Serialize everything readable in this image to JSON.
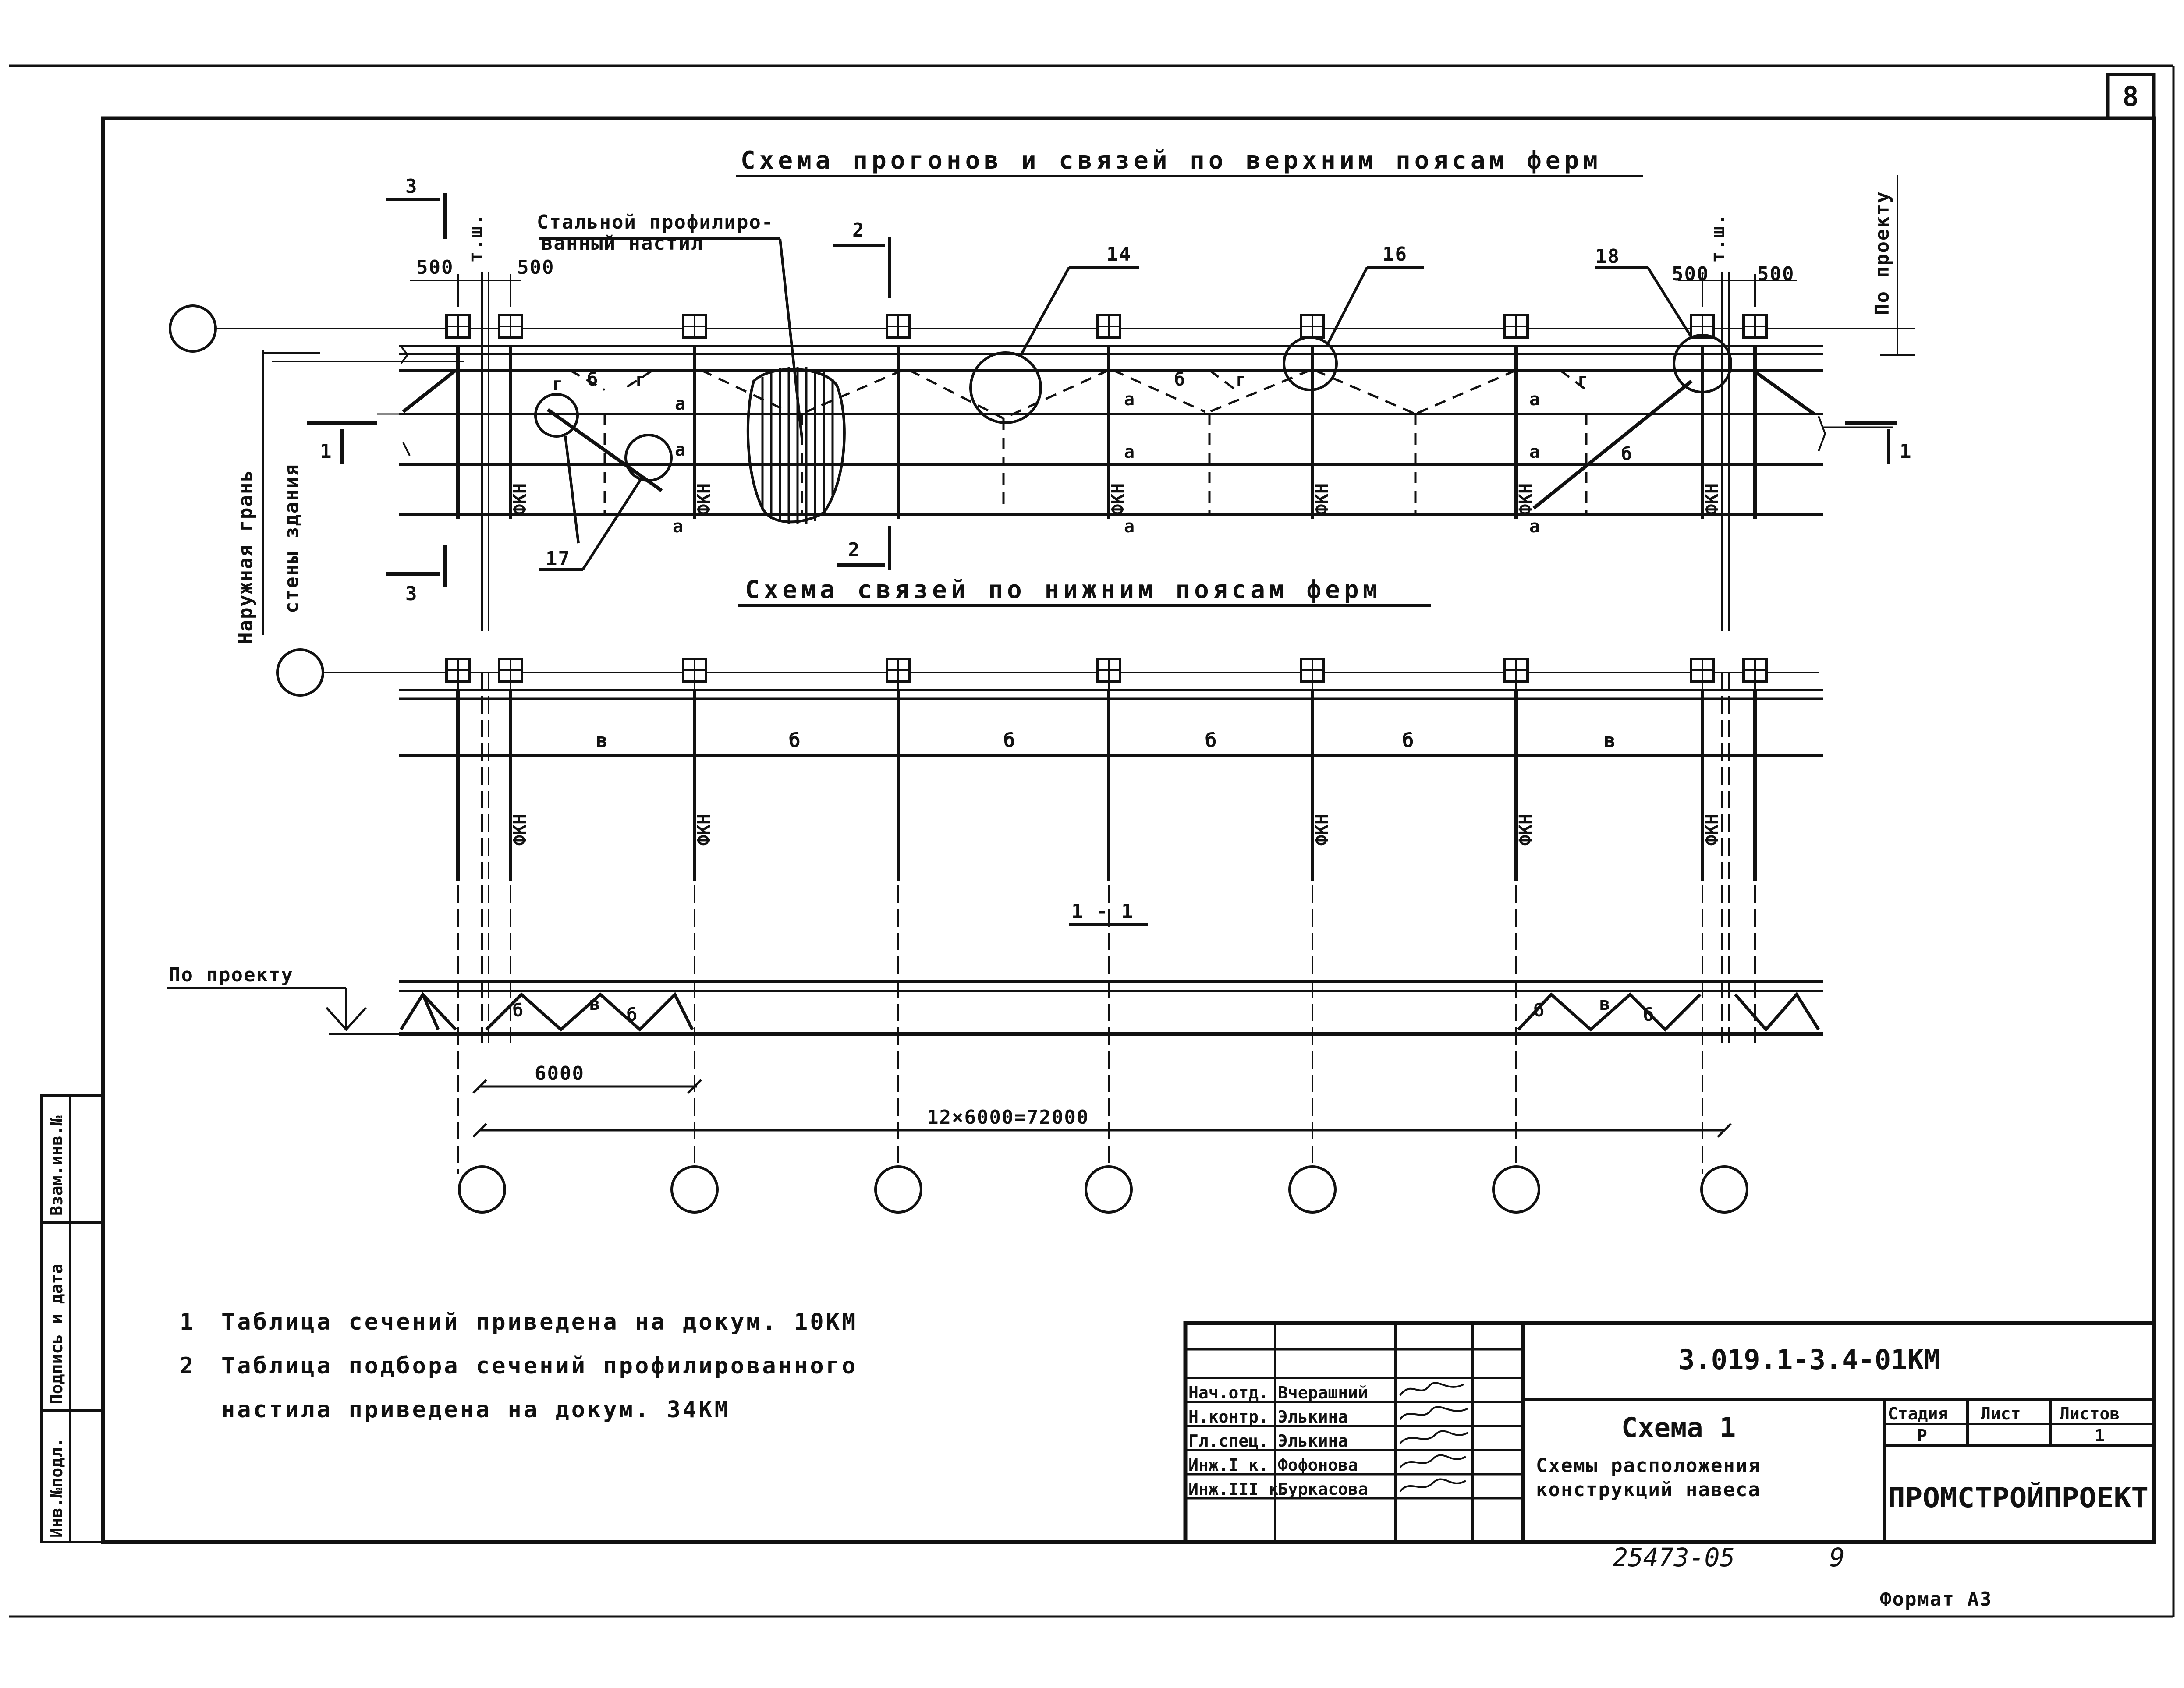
{
  "sheet": {
    "number": "8",
    "format": "Формат А3",
    "archive": "25473-05",
    "archive_page": "9"
  },
  "titles": {
    "top": "Схема прогонов и связей по верхним поясам ферм",
    "bottom": "Схема связей по нижним поясам ферм",
    "section": "1 - 1"
  },
  "labels": {
    "decking": [
      "Стальной профилиро-",
      "ванный настил"
    ],
    "outer_face": "Наружная грань",
    "wall": "стены здания",
    "by_project_right": "По проекту",
    "by_project_left": "По проекту",
    "joint": "т.ш.",
    "truss": "ФКН",
    "callouts": [
      "14",
      "16",
      "18",
      "17"
    ],
    "section_marks": [
      "1",
      "2",
      "3"
    ],
    "dim_500": "500",
    "dim_bay": "6000",
    "dim_total": "12×6000=72000",
    "bay_letters": [
      "в",
      "б",
      "б",
      "б",
      "б",
      "в"
    ],
    "brace_a": "а",
    "brace_b": "б",
    "brace_g": "г",
    "brace_v": "в"
  },
  "notes": [
    {
      "n": "1",
      "text": "Таблица сечений приведена на докум. 10КМ"
    },
    {
      "n": "2",
      "text": "Таблица подбора сечений профилированного"
    },
    {
      "n": "",
      "text": "настила приведена на докум. 34КМ"
    }
  ],
  "side_stamp": [
    "Инв.№подл.",
    "Подпись и дата",
    "Взам.инв.№"
  ],
  "title_block": {
    "code": "3.019.1-3.4-01КМ",
    "scheme": "Схема 1",
    "desc": [
      "Схемы расположения",
      "конструкций навеса"
    ],
    "headers": [
      "Стадия",
      "Лист",
      "Листов"
    ],
    "stage": "Р",
    "sheet": "",
    "sheets": "1",
    "org": "ПРОМСТРОЙПРОЕКТ",
    "staff": [
      {
        "role": "Нач.отд.",
        "name": "Вчерашний"
      },
      {
        "role": "Н.контр.",
        "name": "Элькина"
      },
      {
        "role": "Гл.спец.",
        "name": "Элькина"
      },
      {
        "role": "Инж.I к.",
        "name": "Фофонова"
      },
      {
        "role": "Инж.III к.",
        "name": "Буркасова"
      }
    ]
  }
}
